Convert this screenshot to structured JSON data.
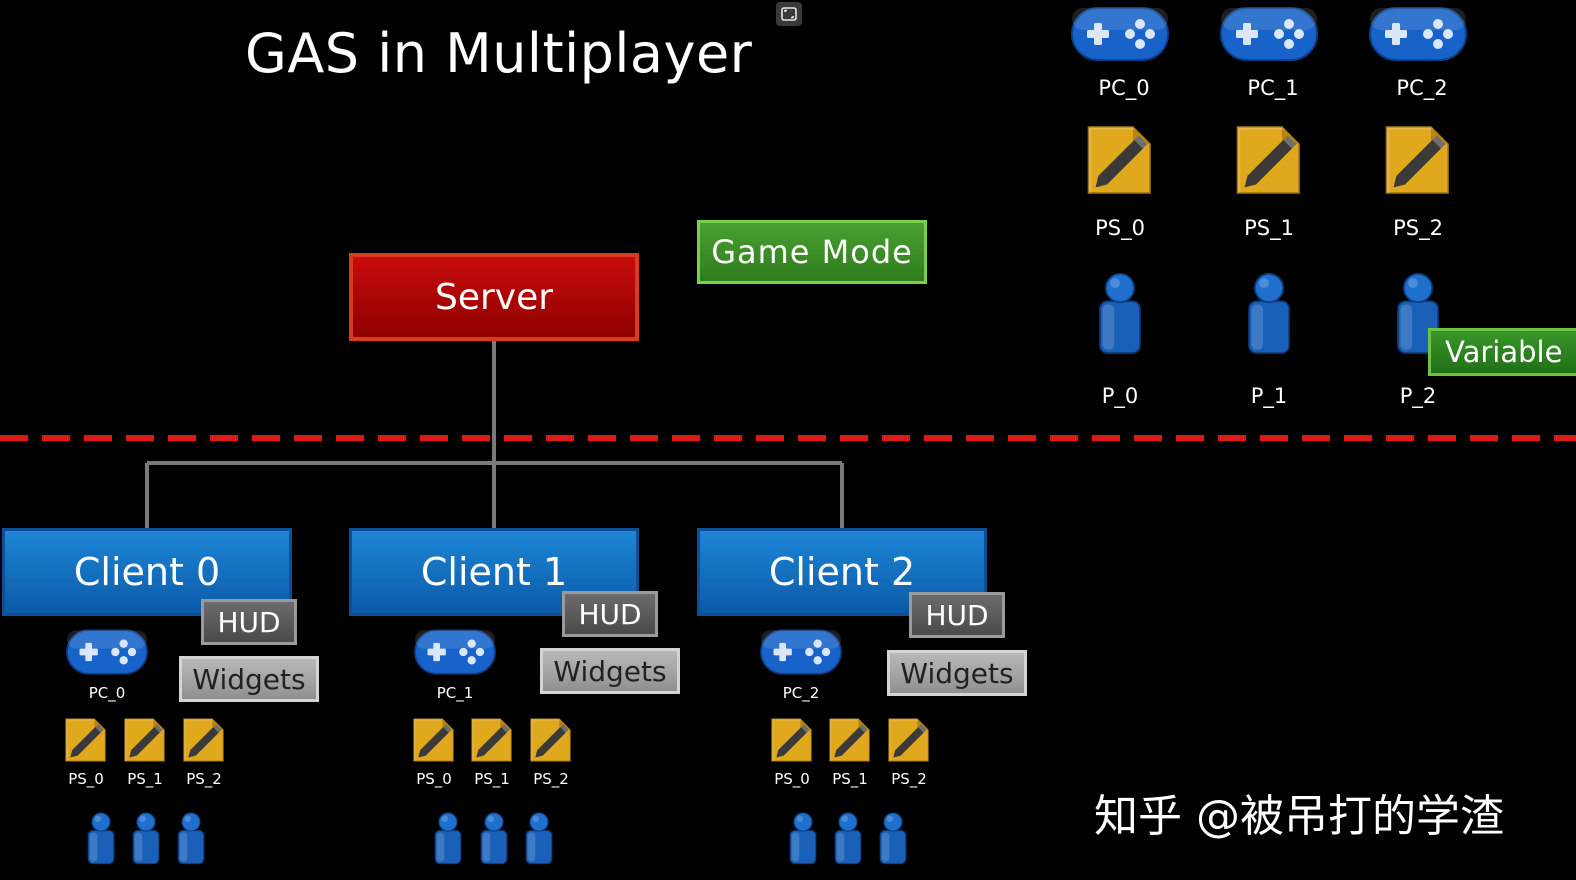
{
  "title": "GAS in Multiplayer",
  "server_label": "Server",
  "game_mode_label": "Game Mode",
  "variable_label": "Variable",
  "watermark": "知乎 @被吊打的学渣",
  "colors": {
    "server": "#b80505",
    "game_mode": "#3e8f28",
    "client": "#1570c4",
    "hud": "#5a5a5a",
    "widgets": "#a5a5a5",
    "controller": "#1763c9",
    "player_state": "#e0a81c",
    "pawn": "#1a60b8",
    "boundary_line": "#e01818"
  },
  "server_side": {
    "controllers": [
      "PC_0",
      "PC_1",
      "PC_2"
    ],
    "player_states": [
      "PS_0",
      "PS_1",
      "PS_2"
    ],
    "pawns": [
      "P_0",
      "P_1",
      "P_2"
    ]
  },
  "clients": [
    {
      "label": "Client 0",
      "hud_label": "HUD",
      "widgets_label": "Widgets",
      "controller": "PC_0",
      "player_states": [
        "PS_0",
        "PS_1",
        "PS_2"
      ],
      "pawn_count": 3
    },
    {
      "label": "Client 1",
      "hud_label": "HUD",
      "widgets_label": "Widgets",
      "controller": "PC_1",
      "player_states": [
        "PS_0",
        "PS_1",
        "PS_2"
      ],
      "pawn_count": 3
    },
    {
      "label": "Client 2",
      "hud_label": "HUD",
      "widgets_label": "Widgets",
      "controller": "PC_2",
      "player_states": [
        "PS_0",
        "PS_1",
        "PS_2"
      ],
      "pawn_count": 3
    }
  ]
}
